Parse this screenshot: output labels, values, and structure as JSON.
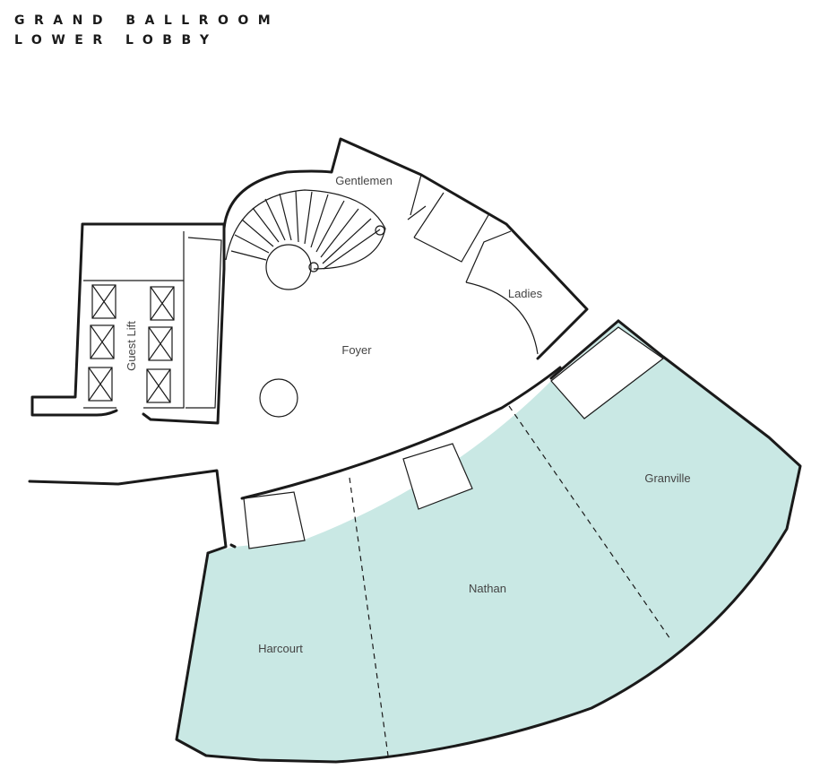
{
  "title": {
    "line1": "GRAND BALLROOM",
    "line2": "LOWER LOBBY"
  },
  "rooms": {
    "gentlemen": "Gentlemen",
    "ladies": "Ladies",
    "foyer": "Foyer",
    "guest_lift": "Guest Lift",
    "granville": "Granville",
    "nathan": "Nathan",
    "harcourt": "Harcourt"
  },
  "colors": {
    "ballroom_fill": "#c9e8e4",
    "wall": "#1a1a1a"
  }
}
